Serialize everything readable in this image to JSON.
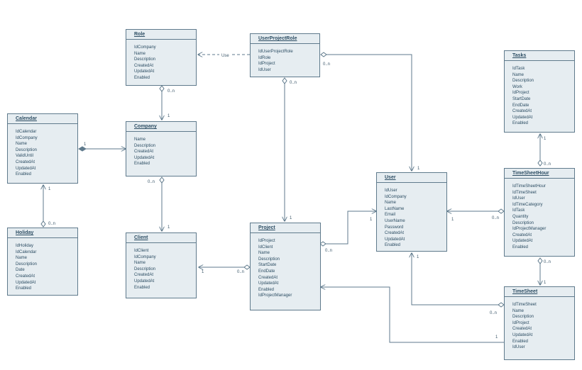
{
  "entities": {
    "role": {
      "name": "Role",
      "fields": [
        "IdCompany",
        "Name",
        "Description",
        "CreatedAt",
        "UpdatedAt",
        "Enabled"
      ]
    },
    "user_project_role": {
      "name": "UserProjectRole",
      "fields": [
        "IdUserProjectRole",
        "IdRole",
        "IdProject",
        "IdUser"
      ]
    },
    "tasks": {
      "name": "Tasks",
      "fields": [
        "IdTask",
        "Name",
        "Description",
        "Work",
        "IdProject",
        "StartDate",
        "EndDate",
        "CreatedAt",
        "UpdatedAt",
        "Enabled"
      ]
    },
    "calendar": {
      "name": "Calendar",
      "fields": [
        "IdCalendar",
        "IdCompany",
        "Name",
        "Description",
        "ValidUntil",
        "CreatedAt",
        "UpdatedAt",
        "Enabled"
      ]
    },
    "company": {
      "name": "Company",
      "fields": [
        "Name",
        "Description",
        "CreatedAt",
        "UpdatedAt",
        "Enabled"
      ]
    },
    "user": {
      "name": "User",
      "fields": [
        "IdUser",
        "IdCompany",
        "Name",
        "LastName",
        "Email",
        "UserName",
        "Password",
        "CreatedAt",
        "UpdatedAt",
        "Enabled"
      ]
    },
    "timesheet_hour": {
      "name": "TimeSheetHour",
      "fields": [
        "IdTimeSheetHour",
        "IdTimeSheet",
        "IdUser",
        "IdTimeCategory",
        "IdTask",
        "Quantity",
        "Description",
        "IdProjectManager",
        "CreatedAt",
        "UpdatedAt",
        "Enabled"
      ]
    },
    "holiday": {
      "name": "Holiday",
      "fields": [
        "IdHoliday",
        "IdCalendar",
        "Name",
        "Description",
        "Date",
        "CreatedAt",
        "UpdatedAt",
        "Enabled"
      ]
    },
    "client": {
      "name": "Client",
      "fields": [
        "IdClient",
        "IdCompany",
        "Name",
        "Description",
        "CreatedAt",
        "UpdatedAt",
        "Enabled"
      ]
    },
    "project": {
      "name": "Project",
      "fields": [
        "IdProject",
        "IdClient",
        "Name",
        "Description",
        "StartDate",
        "EndDate",
        "CreatedAt",
        "UpdatedAt",
        "Enabled",
        "IdProjectManager"
      ]
    },
    "timesheet": {
      "name": "TimeSheet",
      "fields": [
        "IdTimeSheet",
        "Name",
        "Description",
        "IdProject",
        "CreatedAt",
        "UpdatedAt",
        "Enabled",
        "IdUser"
      ]
    }
  },
  "relations": {
    "use_label": "Use",
    "many": "0..n",
    "one": "1"
  },
  "colors": {
    "line": "#5f7a8c",
    "box_fill": "#e6edf1",
    "text": "#2c4d63"
  }
}
